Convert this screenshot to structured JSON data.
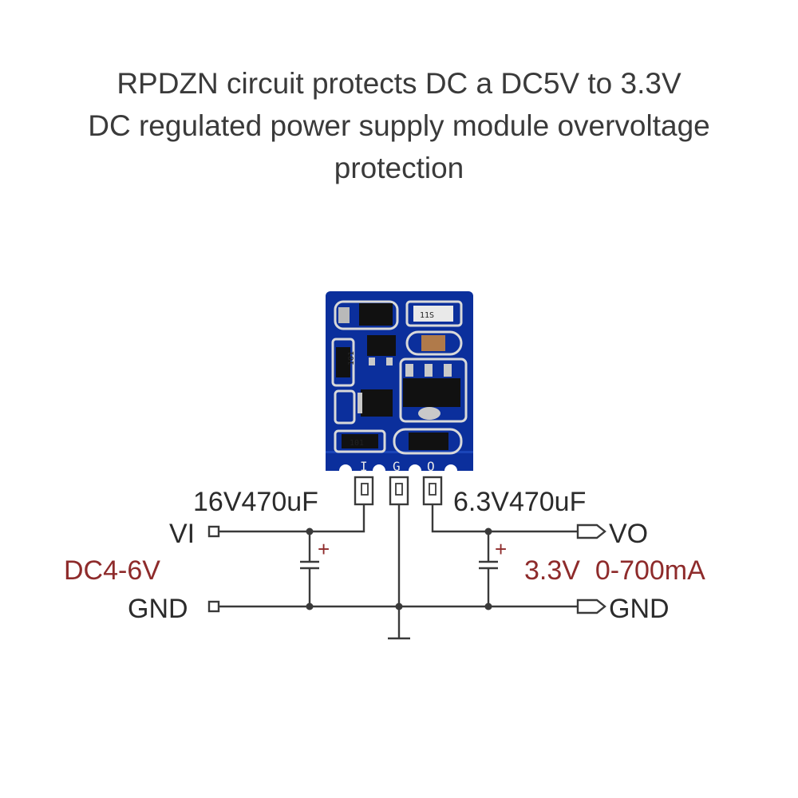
{
  "title": {
    "line1": "RPDZN circuit protects DC a DC5V to 3.3V",
    "line2": "DC regulated power supply module overvoltage",
    "line3": "protection"
  },
  "module": {
    "pins": [
      "I",
      "G",
      "O"
    ],
    "markings": [
      "11S",
      "101",
      "101"
    ]
  },
  "schematic": {
    "input_cap": "16V470uF",
    "output_cap": "6.3V470uF",
    "vi": "VI",
    "vo": "VO",
    "gnd_in": "GND",
    "gnd_out": "GND",
    "input_range": "DC4-6V",
    "output_spec": "3.3V  0-700mA",
    "plus": "+",
    "accent_color": "#8e2b2b",
    "pcb_color": "#0b2f9c"
  }
}
